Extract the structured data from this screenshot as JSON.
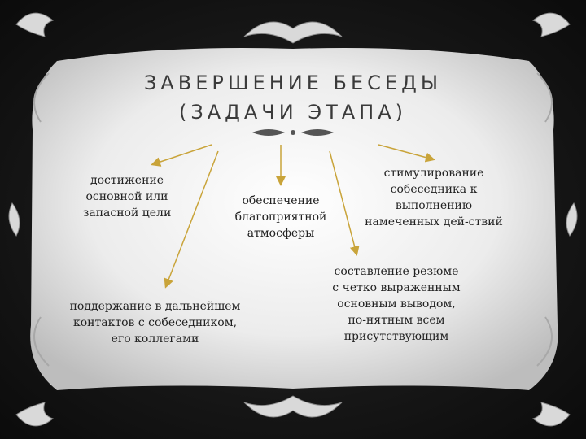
{
  "slide": {
    "title_line1": "ЗАВЕРШЕНИЕ БЕСЕДЫ",
    "title_line2": "(ЗАДАЧИ ЭТАПА)"
  },
  "nodes": {
    "goal": [
      "достижение",
      "основной или",
      "запасной цели"
    ],
    "atmosphere": [
      "обеспечение",
      "благоприятной",
      "атмосферы"
    ],
    "stimulate": [
      "стимулирование",
      "собеседника к",
      "выполнению",
      "намеченных дей-ствий"
    ],
    "contacts": [
      "поддержание в дальнейшем",
      "контактов с собеседником,",
      "его коллегами"
    ],
    "summary": [
      "составление резюме",
      "с четко выраженным",
      "основным выводом,",
      "по-нятным всем",
      "присутствующим"
    ]
  },
  "colors": {
    "arrow": "#c9a43a",
    "text": "#222222",
    "title": "#3a3a3a",
    "frame_fill": "#f2f2f2",
    "background": "#111111"
  }
}
